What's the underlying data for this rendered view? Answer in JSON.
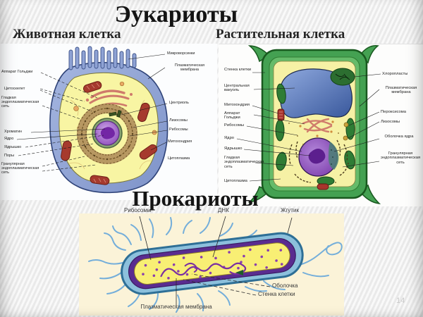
{
  "slide": {
    "title_eukaryotes": "Эукариоты",
    "title_prokaryotes": "Прокариоты",
    "page_number": "14"
  },
  "animal_cell": {
    "heading": "Животная клетка",
    "labels_left": [
      "Аппарат Гольджи",
      "Цитоскелет",
      "Гладкая эндоплазматическая сеть",
      "Хроматин",
      "Ядро",
      "Ядрышко",
      "Поры",
      "Гранулярная эндоплазматическая сеть"
    ],
    "labels_right": [
      "Микроворсинки",
      "Плазматическая мембрана",
      "Центриоль",
      "Лизосомы",
      "Рибосомы",
      "Митохондрия",
      "Цитоплазма"
    ]
  },
  "plant_cell": {
    "heading": "Растительная клетка",
    "labels_left": [
      "Стенка клетки",
      "Центральная вакуоль",
      "Митохондрия",
      "Аппарат Гольджи",
      "Рибосомы",
      "Ядро",
      "Ядрышко",
      "Гладкая эндоплазматическая сеть",
      "Цитоплазма"
    ],
    "labels_right": [
      "Хлоропласты",
      "Плазматическая мембрана",
      "Пероксисома",
      "Лизосомы",
      "Оболочка ядра",
      "Гранулярная эндоплазматическая сеть"
    ]
  },
  "bacterium": {
    "labels_top": [
      "Рибосомы",
      "ДНК",
      "Жгутик"
    ],
    "labels_right": [
      "Оболочка",
      "Стенка клетки"
    ],
    "label_bottom": "Плазматическая мембрана"
  },
  "colors": {
    "animal_membrane_blue": "#93a7d6",
    "cytoplasm_yellow": "#f8f5a3",
    "nucleus_purple": "#9456c2",
    "plant_wall_green": "#44a152",
    "vacuole_blue": "#5878b8",
    "bacterium_capsule_blue": "#8cc0dc",
    "bacterium_wall_purple": "#5a2c90",
    "bacterium_cytoplasm_yellow": "#f8ef74",
    "bacterium_panel_cream": "#fbf3d8",
    "slide_background": "#f1f1f1"
  }
}
